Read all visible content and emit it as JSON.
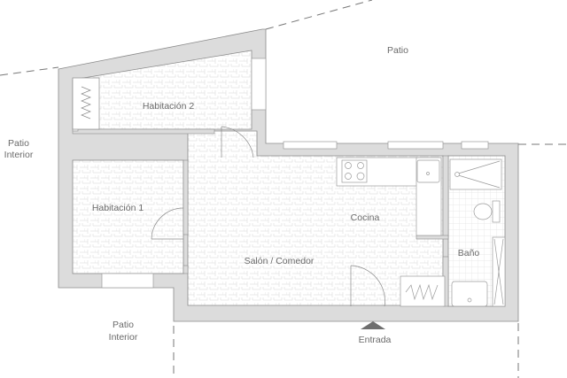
{
  "plan": {
    "rooms": {
      "habitacion2": "Habitación 2",
      "habitacion1": "Habitación 1",
      "salon": "Salón / Comedor",
      "cocina": "Cocina",
      "bano": "Baño"
    },
    "outside": {
      "patio_top": "Patio",
      "patio_interior_left_1": "Patio",
      "patio_interior_left_2": "Interior",
      "patio_interior_bottom_1": "Patio",
      "patio_interior_bottom_2": "Interior"
    },
    "entrance": "Entrada"
  },
  "colors": {
    "wall": "#dcdcdc",
    "wall_stroke": "#8a8a8a",
    "floor_pattern": "#e6e6e6",
    "text": "#6a6a6a",
    "arrow": "#6e6e6e"
  }
}
